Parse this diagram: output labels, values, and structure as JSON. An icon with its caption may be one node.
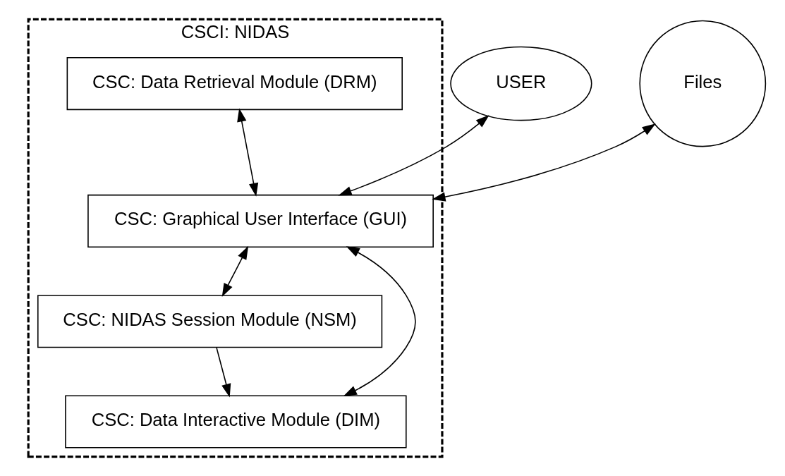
{
  "diagram": {
    "nodes": [
      {
        "text": [
          "CSCI: NIDAS"
        ]
      },
      {
        "text": [
          "CSC: Data Retrieval Module (DRM)"
        ],
        "in": 0
      },
      {
        "text": [
          "CSC: Graphical User Interface (GUI)"
        ],
        "in": 0
      },
      {
        "text": [
          "CSC: NIDAS Session Module (NSM)"
        ],
        "in": 0
      },
      {
        "text": [
          "CSC: Data Interactive Module (DIM)"
        ],
        "in": 0
      },
      {
        "text": [
          "USER"
        ]
      },
      {
        "text": [
          "Files"
        ]
      }
    ],
    "edges": [
      {
        "from": 1,
        "to": 2,
        "arrow": "both"
      },
      {
        "from": 5,
        "to": 2,
        "arrow": "both"
      },
      {
        "from": 6,
        "to": 2,
        "arrow": "both"
      },
      {
        "from": 2,
        "to": 3,
        "arrow": "both"
      },
      {
        "from": 2,
        "to": 4,
        "arrow": "both"
      },
      {
        "from": 3,
        "to": 4,
        "arrow": "to"
      }
    ]
  }
}
